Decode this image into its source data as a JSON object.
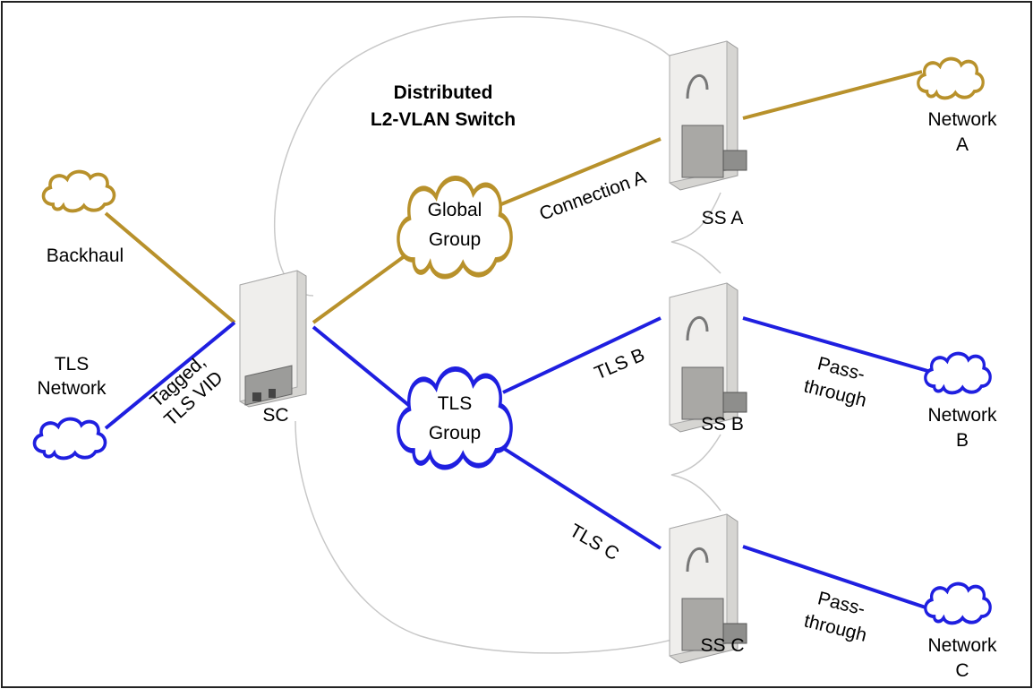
{
  "title": {
    "line1": "Distributed",
    "line2": "L2-VLAN Switch"
  },
  "colors": {
    "gold": "#b8912b",
    "blue": "#1f1fe0",
    "bracket": "#c8c8c8",
    "border": "#222222",
    "device_face": "#efeeec"
  },
  "clouds": {
    "backhaul": "Backhaul",
    "tls_network_line1": "TLS",
    "tls_network_line2": "Network",
    "global_group_line1": "Global",
    "global_group_line2": "Group",
    "tls_group_line1": "TLS",
    "tls_group_line2": "Group",
    "network_a_line1": "Network",
    "network_a_line2": "A",
    "network_b_line1": "Network",
    "network_b_line2": "B",
    "network_c_line1": "Network",
    "network_c_line2": "C"
  },
  "devices": {
    "sc": "SC",
    "ss_a": "SS A",
    "ss_b": "SS B",
    "ss_c": "SS C",
    "sc_icon": "sector-controller-antenna",
    "ss_icon": "subscriber-station-antenna"
  },
  "links": {
    "tagged_line1": "Tagged,",
    "tagged_line2": "TLS VID",
    "connection_a": "Connection A",
    "tls_b": "TLS B",
    "tls_c": "TLS C",
    "pass_b_line1": "Pass-",
    "pass_b_line2": "through",
    "pass_c_line1": "Pass-",
    "pass_c_line2": "through"
  }
}
